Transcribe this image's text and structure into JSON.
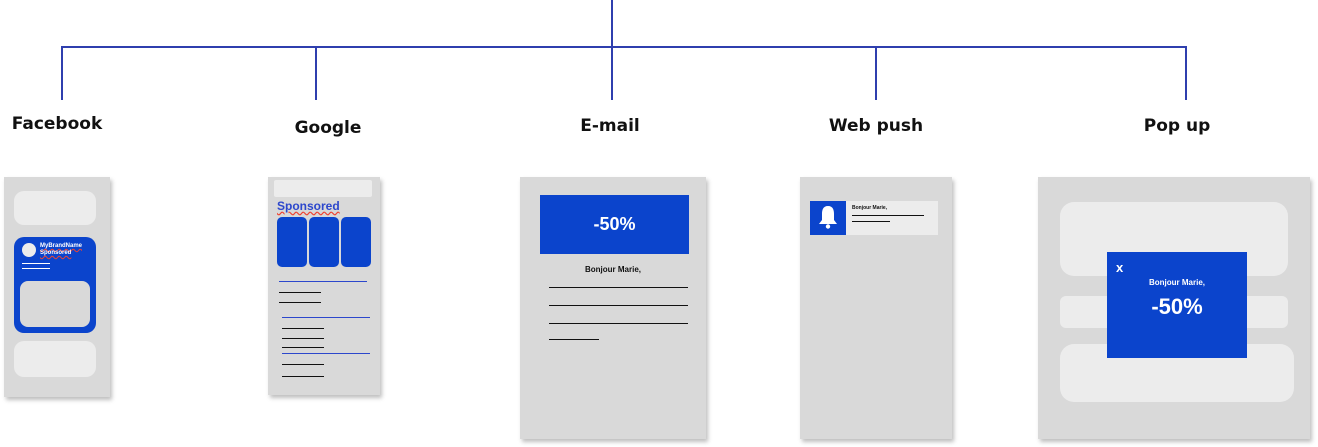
{
  "channels": {
    "facebook": {
      "label": "Facebook",
      "brand_name": "MyBrandName",
      "sponsored": "Sponsored"
    },
    "google": {
      "label": "Google",
      "sponsored": "Sponsored"
    },
    "email": {
      "label": "E-mail",
      "banner": "-50%",
      "greeting": "Bonjour Marie,"
    },
    "webpush": {
      "label": "Web push",
      "greeting": "Bonjour Marie,",
      "icon": "bell-icon"
    },
    "popup": {
      "label": "Pop up",
      "close": "x",
      "greeting": "Bonjour Marie,",
      "offer": "-50%"
    }
  },
  "colors": {
    "accent": "#0b44cc",
    "tree": "#2f3fae",
    "card": "#d9d9d9"
  }
}
